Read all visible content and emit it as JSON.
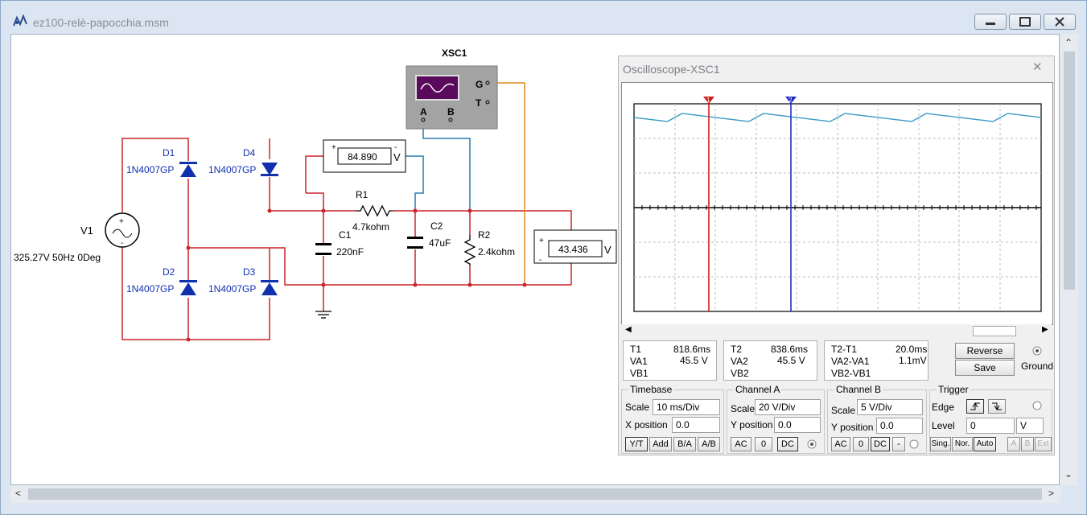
{
  "window": {
    "title": "ez100-relè-papocchia.msm"
  },
  "circuit": {
    "source": {
      "ref": "V1",
      "value": "325.27V 50Hz 0Deg"
    },
    "diodes": [
      {
        "ref": "D1",
        "model": "1N4007GP"
      },
      {
        "ref": "D4",
        "model": "1N4007GP"
      },
      {
        "ref": "D2",
        "model": "1N4007GP"
      },
      {
        "ref": "D3",
        "model": "1N4007GP"
      }
    ],
    "c1": {
      "ref": "C1",
      "value": "220nF"
    },
    "r1": {
      "ref": "R1",
      "value": "4.7kohm"
    },
    "c2": {
      "ref": "C2",
      "value": "47uF"
    },
    "r2": {
      "ref": "R2",
      "value": "2.4kohm"
    },
    "scope": {
      "ref": "XSC1",
      "a": "A",
      "b": "B",
      "g": "G",
      "t": "T"
    },
    "meter1": {
      "value": "84.890",
      "unit": "V",
      "plus": "+",
      "minus": "-"
    },
    "meter2": {
      "value": "43.436",
      "unit": "V",
      "plus": "+",
      "minus": "-"
    }
  },
  "oscilloscope": {
    "title": "Oscilloscope-XSC1",
    "cursor_labels": [
      "1",
      "2"
    ],
    "readouts": {
      "t1": {
        "row": [
          "T1",
          "VA1",
          "VB1"
        ],
        "time": "818.6ms",
        "va": "45.5 V"
      },
      "t2": {
        "row": [
          "T2",
          "VA2",
          "VB2"
        ],
        "time": "838.6ms",
        "va": "45.5 V"
      },
      "diff": {
        "row": [
          "T2-T1",
          "VA2-VA1",
          "VB2-VB1"
        ],
        "time": "20.0ms",
        "va": "1.1mV"
      }
    },
    "buttons": {
      "reverse": "Reverse",
      "save": "Save",
      "ground": "Ground"
    },
    "timebase": {
      "title": "Timebase",
      "scale_label": "Scale",
      "scale": "10 ms/Div",
      "xpos_label": "X position",
      "xpos": "0.0",
      "modes": [
        "Y/T",
        "Add",
        "B/A",
        "A/B"
      ]
    },
    "channel_a": {
      "title": "Channel A",
      "scale_label": "Scale",
      "scale": "20 V/Div",
      "ypos_label": "Y position",
      "ypos": "0.0",
      "coupling": [
        "AC",
        "0",
        "DC"
      ]
    },
    "channel_b": {
      "title": "Channel B",
      "scale_label": "Scale",
      "scale": "5 V/Div",
      "ypos_label": "Y position",
      "ypos": "0.0",
      "coupling": [
        "AC",
        "0",
        "DC",
        "-"
      ]
    },
    "trigger": {
      "title": "Trigger",
      "edge_label": "Edge",
      "level_label": "Level",
      "level": "0",
      "level_unit": "V",
      "sources": [
        "A",
        "B",
        "Ext"
      ],
      "modes": [
        "Sing.",
        "Nor.",
        "Auto"
      ]
    }
  },
  "colors": {
    "trace_a": "#3a9bc7",
    "cursor1": "#d11b1b",
    "cursor2": "#1f2fc4",
    "wire_red": "#c8252a",
    "wire_blue": "#2a7ab0",
    "wire_orange": "#e38a1b",
    "diode_blue": "#1030b0"
  }
}
